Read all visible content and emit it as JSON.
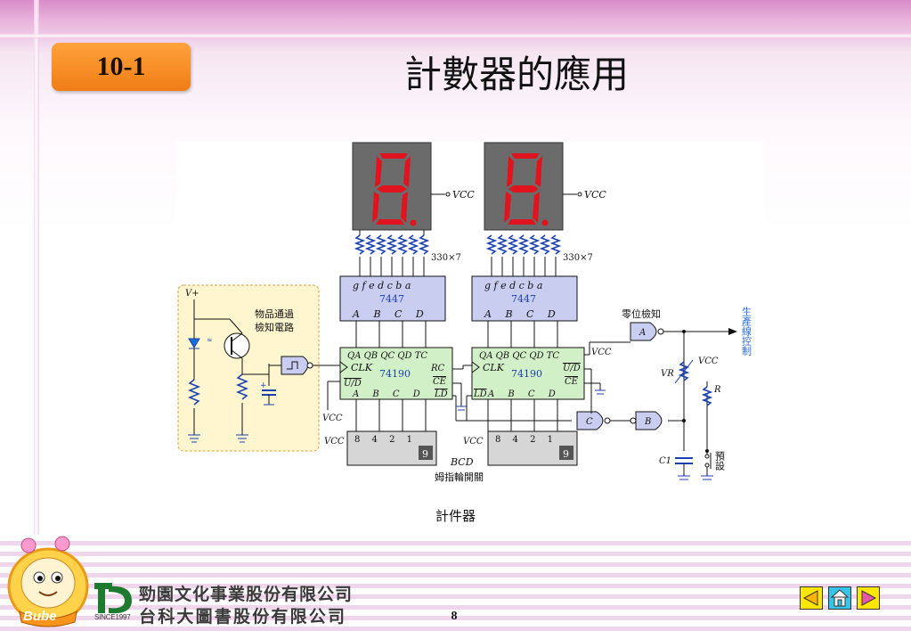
{
  "slide": {
    "section_number": "10-1",
    "title": "計數器的應用",
    "caption": "計件器",
    "page_number": "8"
  },
  "footer": {
    "company_line1": "勁園文化事業股份有限公司",
    "company_line2": "台科大圖書股份有限公司",
    "since": "SINCE1997",
    "mascot_text": "Bube"
  },
  "nav": {
    "prev_icon": "triangle-left-icon",
    "home_icon": "home-icon",
    "next_icon": "triangle-right-icon"
  },
  "diagram": {
    "vcc_label_1": "VCC",
    "vcc_label_2": "VCC",
    "resistors_label_1": "330×7",
    "resistors_label_2": "330×7",
    "decoder_pins": "g f e d c b a",
    "decoder_chip": "7447",
    "decoder_inputs": "A B C D",
    "counter_outputs": "QA QB QC QD TC",
    "counter_chip": "74190",
    "counter_clk": "CLK",
    "counter_rc": "RC",
    "counter_ud": "U/D",
    "counter_ce": "CE",
    "counter_inputs": "A B C D",
    "counter_ld": "LD",
    "vplus": "V+",
    "sensor_label_1": "物品通過",
    "sensor_label_2": "檢知電路",
    "zero_detect": "零位檢知",
    "output_label": "生產線控制",
    "gate_a": "A",
    "gate_b": "B",
    "gate_c": "C",
    "vr_label": "VR",
    "r_label": "R",
    "c1_label": "C1",
    "preset_label": "預設",
    "bcd_label": "BCD",
    "switch_label": "姆指輪開關",
    "switch_weights": "8 4 2 1",
    "switch_digit": "9"
  },
  "colors": {
    "badge": "#f08a20",
    "chip_fill": "#c9cdf0",
    "counter_fill": "#d2f0c8",
    "sensor_panel": "#fff6cf",
    "display_bg": "#6b6b6b",
    "segment_red": "#e0141e",
    "resistor_blue": "#1a3fb0",
    "output_blue": "#2b6fd6"
  }
}
